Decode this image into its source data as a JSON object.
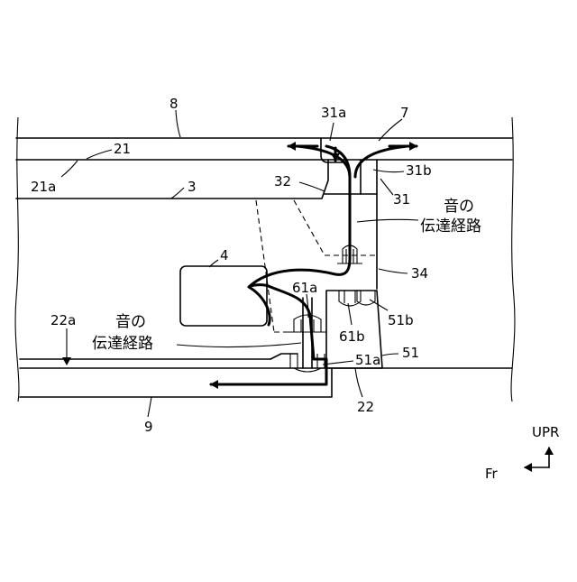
{
  "labels": {
    "l8": "8",
    "l21": "21",
    "l21a": "21a",
    "l3": "3",
    "l31a": "31a",
    "l7": "7",
    "l31b": "31b",
    "l32": "32",
    "l31": "31",
    "l4": "4",
    "l34": "34",
    "l61a": "61a",
    "l51b": "51b",
    "l61b": "61b",
    "l22a": "22a",
    "l51a": "51a",
    "l51": "51",
    "l22": "22",
    "l9": "9"
  },
  "sound_path_right": {
    "line1": "音の",
    "line2": "伝達経路"
  },
  "sound_path_left": {
    "line1": "音の",
    "line2": "伝達経路"
  },
  "direction": {
    "up": "UPR",
    "front": "Fr"
  }
}
